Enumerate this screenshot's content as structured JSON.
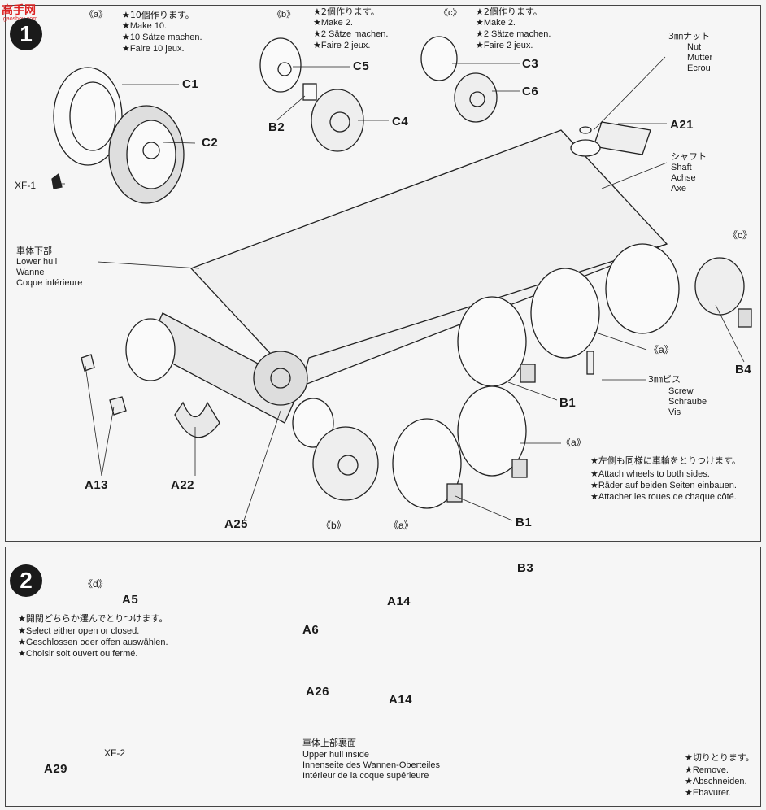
{
  "watermark": {
    "brand": "高手网",
    "url": "gaoshou.com"
  },
  "step1": {
    "number": "1",
    "note_a": {
      "tag": "《a》",
      "lines": [
        "★10個作ります。",
        "★Make 10.",
        "★10 Sätze machen.",
        "★Faire 10 jeux."
      ]
    },
    "note_b": {
      "tag": "《b》",
      "lines": [
        "★2個作ります。",
        "★Make 2.",
        "★2 Sätze machen.",
        "★Faire 2 jeux."
      ]
    },
    "note_c": {
      "tag": "《c》",
      "lines": [
        "★2個作ります。",
        "★Make 2.",
        "★2 Sätze machen.",
        "★Faire 2 jeux."
      ]
    },
    "nut": [
      "3㎜ナット",
      "Nut",
      "Mutter",
      "Ecrou"
    ],
    "shaft": [
      "シャフト",
      "Shaft",
      "Achse",
      "Axe"
    ],
    "lower_hull": [
      "車体下部",
      "Lower hull",
      "Wanne",
      "Coque inférieure"
    ],
    "screw": [
      "3㎜ビス",
      "Screw",
      "Schraube",
      "Vis"
    ],
    "attach_note": [
      "★左側も同様に車輪をとりつけます。",
      "★Attach wheels to both sides.",
      "★Räder auf beiden Seiten einbauen.",
      "★Attacher les roues de chaque côté."
    ],
    "parts": {
      "C1": "C1",
      "C2": "C2",
      "XF1": "XF-1",
      "C5": "C5",
      "B2": "B2",
      "C4": "C4",
      "C3": "C3",
      "C6": "C6",
      "A21": "A21",
      "c_tag": "《c》",
      "B4": "B4",
      "a_tag_right": "《a》",
      "B1_upper": "B1",
      "a_tag_lower": "《a》",
      "B1_lower": "B1",
      "A13": "A13",
      "A22": "A22",
      "A25": "A25",
      "b_tag": "《b》",
      "a_tag_bottom": "《a》"
    }
  },
  "step2": {
    "number": "2",
    "d_tag": "《d》",
    "select_note": [
      "★開閉どちらか選んでとりつけます。",
      "★Select either open or closed.",
      "★Geschlossen oder offen auswählen.",
      "★Choisir soit ouvert ou fermé."
    ],
    "upper_hull": [
      "車体上部裏面",
      "Upper hull inside",
      "Innenseite des Wannen-Oberteiles",
      "Intérieur de la coque supérieure"
    ],
    "remove_note": [
      "★切りとります。",
      "★Remove.",
      "★Abschneiden.",
      "★Ebavurer."
    ],
    "parts": {
      "A5": "A5",
      "A6": "A6",
      "A26": "A26",
      "XF2": "XF-2",
      "A29": "A29",
      "A14_top": "A14",
      "A14_mid": "A14",
      "B3": "B3"
    }
  }
}
